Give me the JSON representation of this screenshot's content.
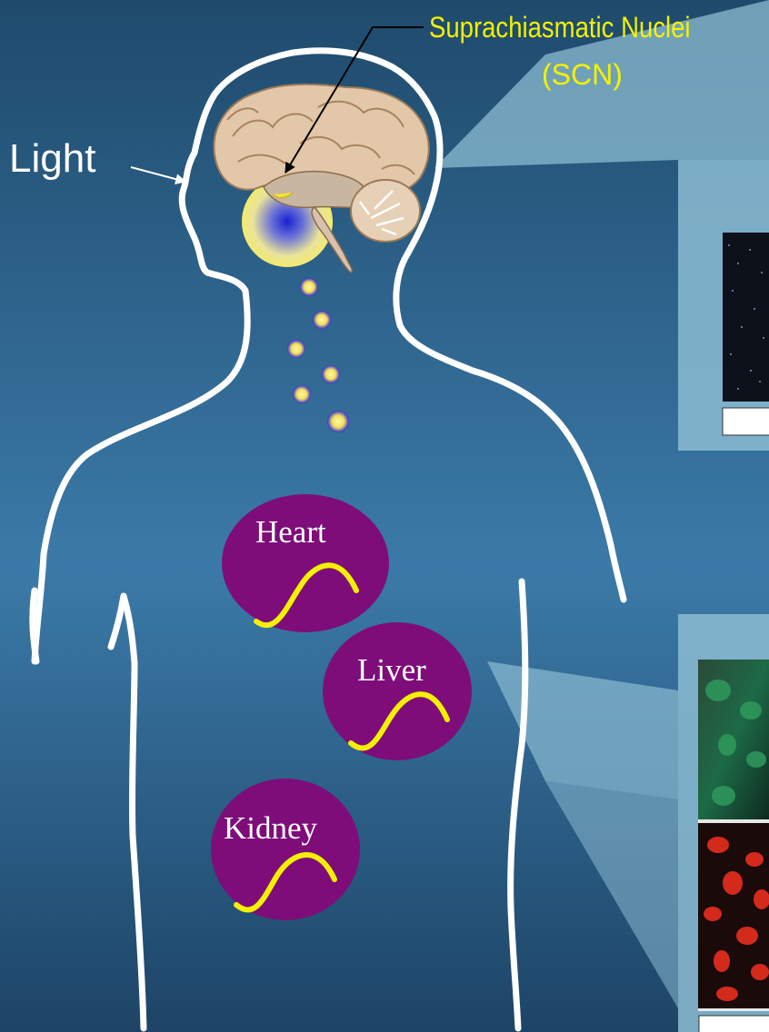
{
  "labels": {
    "light": "Light",
    "scn_name": "Suprachiasmatic Nuclei",
    "scn_abbr": "(SCN)"
  },
  "organs": [
    {
      "name": "Heart"
    },
    {
      "name": "Liver"
    },
    {
      "name": "Kidney"
    }
  ],
  "colors": {
    "background_top": "#1f4a6c",
    "background_mid": "#3b7aa8",
    "background_bottom": "#1d4466",
    "body_outline": "#ffffff",
    "organ_fill": "#7e0d7a",
    "rhythm_wave": "#f5f000",
    "scn_label": "#f2f200",
    "callout_panel": "#8cbcd2"
  },
  "icons": [
    "brain-icon",
    "glow-icon",
    "signal-dot-icon",
    "sine-wave-icon",
    "arrow-icon"
  ]
}
